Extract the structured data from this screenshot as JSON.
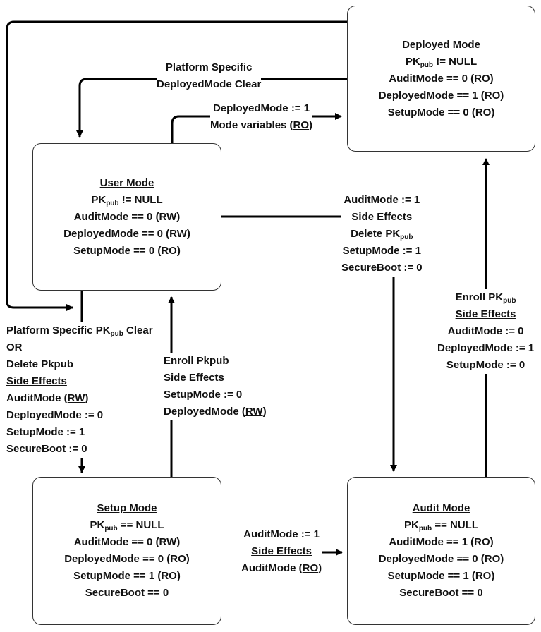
{
  "states": {
    "deployed": {
      "title": "Deployed Mode",
      "pk_prefix": "PK",
      "pk_sub": "pub",
      "pk_suffix": " != NULL",
      "lines": [
        "AuditMode == 0 (RO)",
        "DeployedMode == 1 (RO)",
        "SetupMode == 0 (RO)"
      ]
    },
    "user": {
      "title": "User Mode",
      "pk_prefix": "PK",
      "pk_sub": "pub",
      "pk_suffix": " != NULL",
      "lines": [
        "AuditMode == 0 (RW)",
        "DeployedMode == 0 (RW)",
        "SetupMode == 0 (RO)"
      ]
    },
    "setup": {
      "title": "Setup Mode",
      "pk_prefix": "PK",
      "pk_sub": "pub",
      "pk_suffix": " == NULL",
      "lines": [
        "AuditMode == 0 (RW)",
        "DeployedMode == 0 (RO)",
        "SetupMode == 1 (RO)",
        "SecureBoot == 0"
      ]
    },
    "audit": {
      "title": "Audit Mode",
      "pk_prefix": "PK",
      "pk_sub": "pub",
      "pk_suffix": " == NULL",
      "lines": [
        "AuditMode == 1 (RO)",
        "DeployedMode == 0 (RO)",
        "SetupMode == 1 (RO)",
        "SecureBoot == 0"
      ]
    }
  },
  "transitions": {
    "deployed_to_user": {
      "line1": "Platform Specific",
      "line2": "DeployedMode Clear"
    },
    "user_to_deployed": {
      "line1": "DeployedMode := 1",
      "line2_prefix": "Mode variables (",
      "line2_ul": "RO",
      "line2_suffix": ")"
    },
    "user_to_audit": {
      "line1": "AuditMode := 1",
      "heading": "Side Effects",
      "delete_prefix": "Delete PK",
      "delete_sub": "pub",
      "line4": "SetupMode := 1",
      "line5": "SecureBoot := 0"
    },
    "to_setup": {
      "line1_prefix": "Platform Specific PK",
      "line1_sub": "pub",
      "line1_suffix": " Clear",
      "line2": "OR",
      "line3": "Delete Pkpub",
      "heading": "Side Effects",
      "line5_prefix": "AuditMode (",
      "line5_ul": "RW",
      "line5_suffix": ")",
      "line6": "DeployedMode := 0",
      "line7": "SetupMode := 1",
      "line8": "SecureBoot := 0"
    },
    "setup_to_user": {
      "line1": "Enroll Pkpub",
      "heading": "Side Effects",
      "line3": "SetupMode := 0",
      "line4_prefix": "DeployedMode (",
      "line4_ul": "RW",
      "line4_suffix": ")"
    },
    "audit_to_deployed": {
      "line1_prefix": "Enroll PK",
      "line1_sub": "pub",
      "heading": "Side Effects",
      "line3": "AuditMode := 0",
      "line4": "DeployedMode := 1",
      "line5": "SetupMode := 0"
    },
    "setup_to_audit": {
      "line1": "AuditMode := 1",
      "heading": "Side Effects",
      "line3_prefix": "AuditMode (",
      "line3_ul": "RO",
      "line3_suffix": ")"
    }
  },
  "colors": {
    "stroke": "#000000",
    "box_border": "#333333",
    "text": "#111111"
  }
}
